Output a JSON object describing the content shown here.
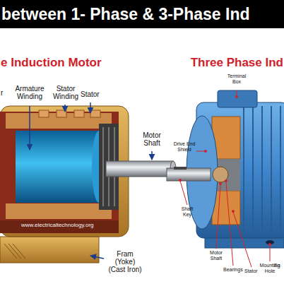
{
  "diagram": {
    "title": "between 1- Phase & 3-Phase Ind",
    "labels": [
      "e Induction Motor",
      "Three Phase Ind",
      "r",
      "Armature Winding",
      "Stator Winding",
      "Stator",
      "Motor Shaft",
      "Fram (Yoke) (Cast Iron)",
      "www.electricaltechnology.org",
      "Terminal Box",
      "Drive End Shield",
      "Shaft Key",
      "Motor Shaft",
      "Bearings",
      "Stator",
      "Mounting Hole",
      "En"
    ]
  }
}
